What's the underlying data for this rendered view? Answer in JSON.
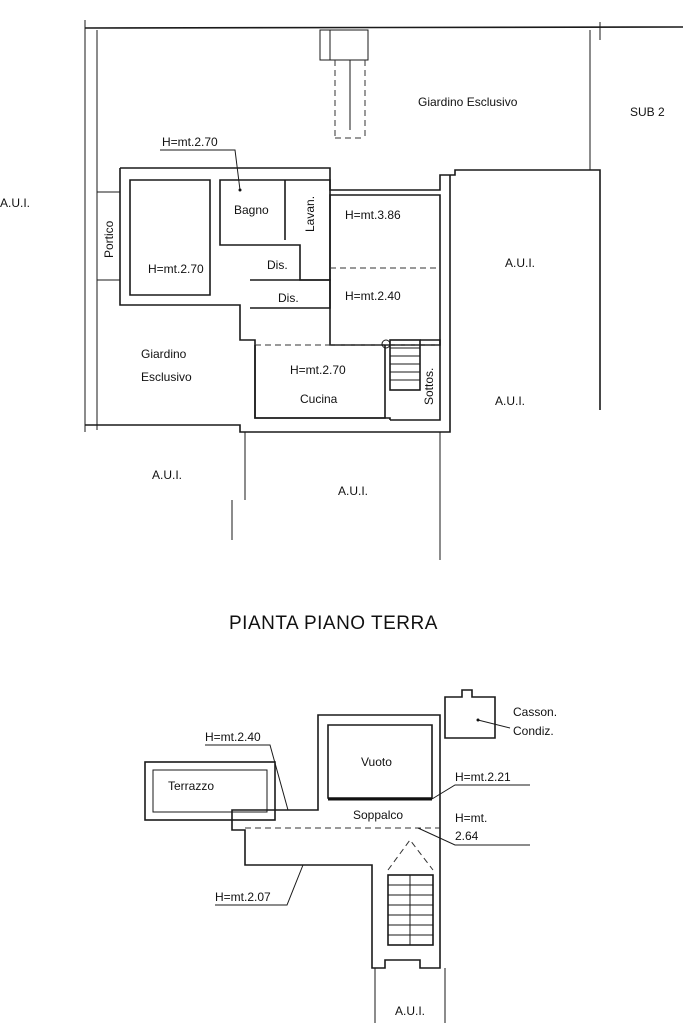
{
  "ground_floor": {
    "labels": {
      "aui_top_left": "A.U.I.",
      "sub2": "SUB 2",
      "giardino_esclusivo_top": "Giardino Esclusivo",
      "h_270_top": "H=mt.2.70",
      "bagno": "Bagno",
      "lavan": "Lavan.",
      "h_386": "H=mt.3.86",
      "portico": "Portico",
      "h_270_left": "H=mt.2.70",
      "dis_1": "Dis.",
      "dis_2": "Dis.",
      "aui_right_1": "A.U.I.",
      "h_240": "H=mt.2.40",
      "giardino_line1": "Giardino",
      "giardino_line2": "Esclusivo",
      "h_270_cucina": "H=mt.2.70",
      "sottos": "Sottos.",
      "cucina": "Cucina",
      "aui_right_2": "A.U.I.",
      "aui_bottom_left": "A.U.I.",
      "aui_bottom_center": "A.U.I."
    },
    "title": "PIANTA PIANO TERRA"
  },
  "first_floor": {
    "labels": {
      "casson_1": "Casson.",
      "casson_2": "Condiz.",
      "h_240": "H=mt.2.40",
      "vuoto": "Vuoto",
      "terrazzo": "Terrazzo",
      "h_221": "H=mt.2.21",
      "soppalco": "Soppalco",
      "h_mt": "H=mt.",
      "h_264": "2.64",
      "h_207": "H=mt.2.07",
      "aui_bottom": "A.U.I."
    }
  }
}
